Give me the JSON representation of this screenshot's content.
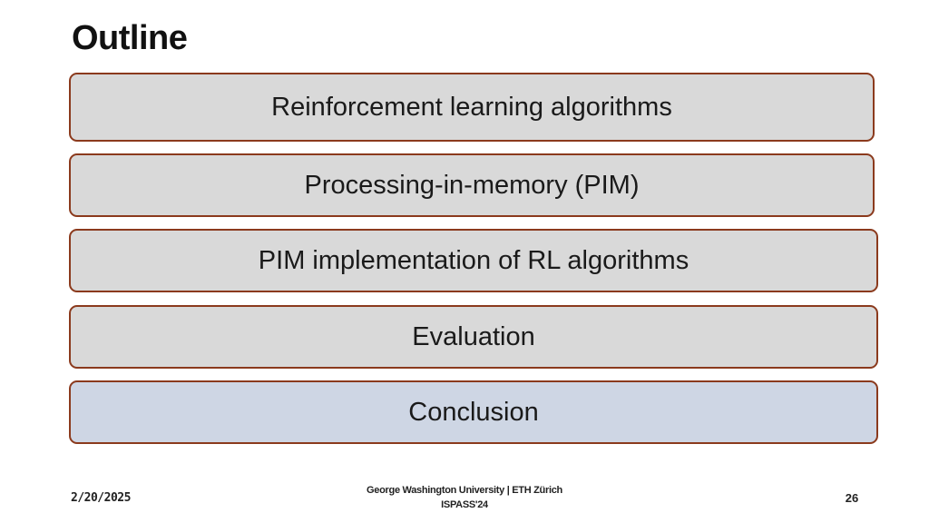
{
  "slide": {
    "title": "Outline",
    "items": [
      {
        "label": "Reinforcement learning algorithms",
        "active": false
      },
      {
        "label": "Processing-in-memory (PIM)",
        "active": false
      },
      {
        "label": "PIM implementation of RL algorithms",
        "active": false
      },
      {
        "label": "Evaluation",
        "active": false
      },
      {
        "label": "Conclusion",
        "active": true
      }
    ]
  },
  "footer": {
    "date": "2/20/2025",
    "affiliation": "George Washington University | ETH Zürich",
    "venue": "ISPASS'24",
    "page_number": "26"
  },
  "colors": {
    "item_background": "#d9d9d9",
    "active_item_background": "#ced6e4",
    "item_border": "#8b3a1d"
  }
}
